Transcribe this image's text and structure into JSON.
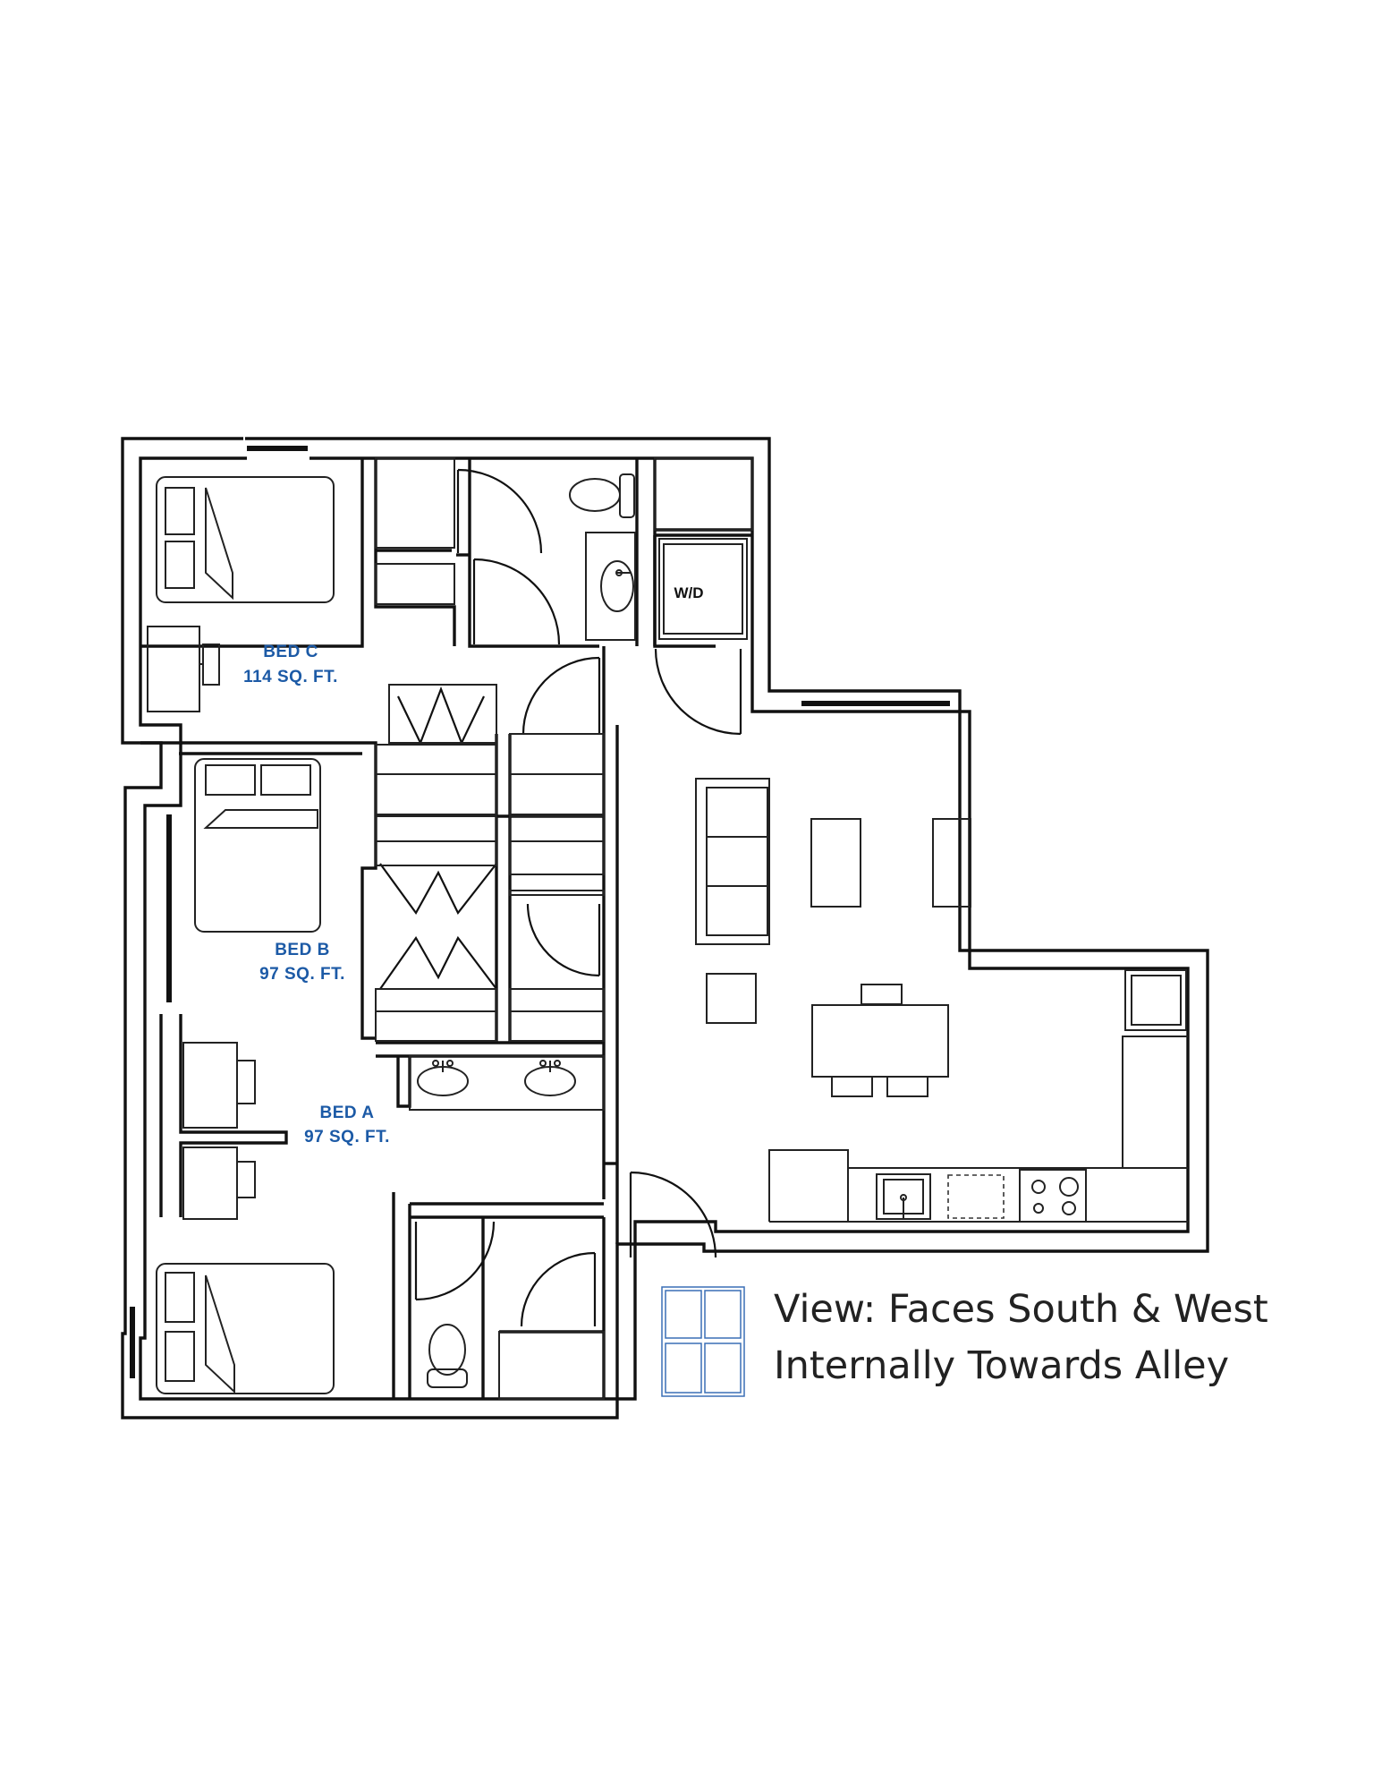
{
  "rooms": {
    "bed_c": {
      "name": "BED C",
      "area": "114 SQ. FT."
    },
    "bed_b": {
      "name": "BED B",
      "area": "97 SQ. FT."
    },
    "bed_a": {
      "name": "BED A",
      "area": "97 SQ. FT."
    },
    "laundry": {
      "label": "W/D"
    }
  },
  "legend": {
    "line1": "View: Faces South & West",
    "line2": "Internally Towards Alley",
    "icon": "window-icon",
    "icon_color": "#3a6fb5"
  },
  "colors": {
    "room_label": "#1c5aa6",
    "wall": "#111111"
  }
}
